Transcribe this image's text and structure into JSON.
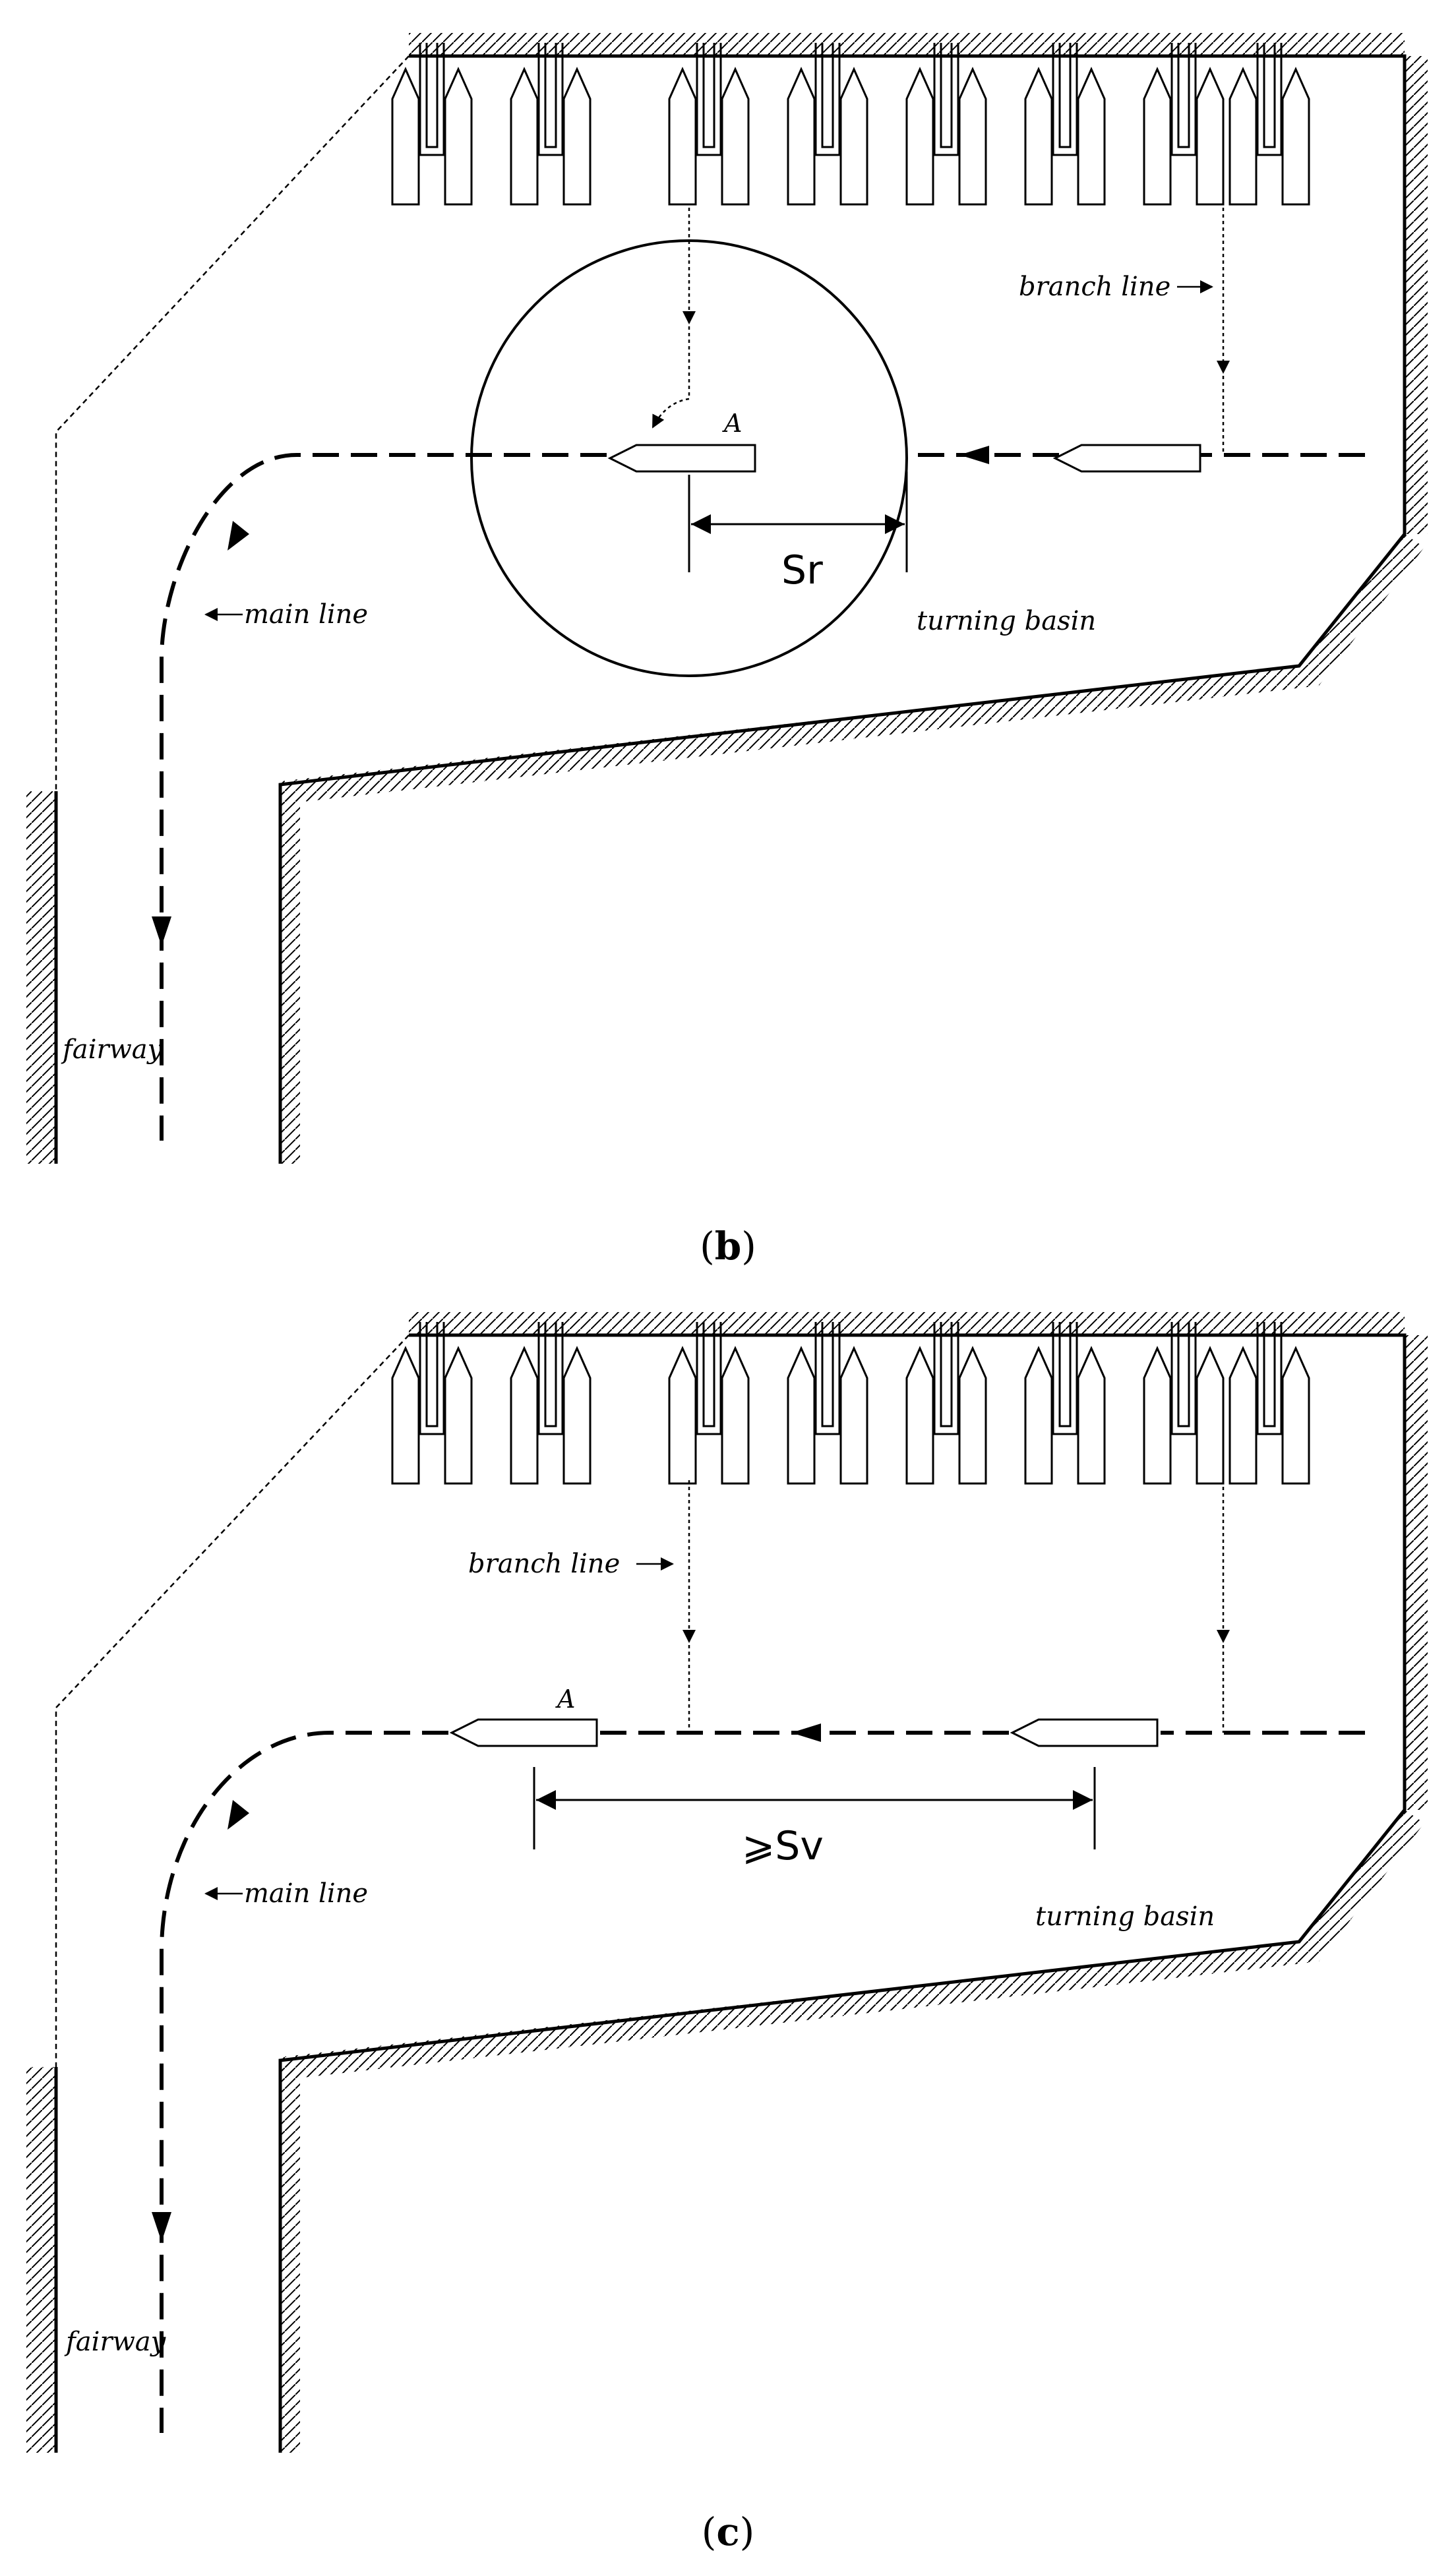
{
  "panels": [
    {
      "id": "b",
      "caption_letter": "b",
      "labels": {
        "branch_line": "branch line",
        "main_line": "main line",
        "turning_basin": "turning basin",
        "fairway": "fairway",
        "point": "A",
        "distance": "Sr"
      }
    },
    {
      "id": "c",
      "caption_letter": "c",
      "labels": {
        "branch_line": "branch line",
        "main_line": "main line",
        "turning_basin": "turning basin",
        "fairway": "fairway",
        "point": "A",
        "distance": "⩾Sv"
      }
    }
  ],
  "paren_open": "(",
  "paren_close": ")"
}
